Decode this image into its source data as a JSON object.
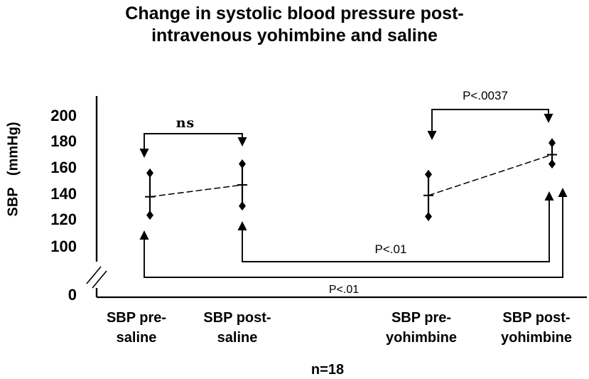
{
  "title": {
    "line1": "Change in systolic blood pressure post-",
    "line2": "intravenous yohimbine and saline"
  },
  "y_axis": {
    "label": "SBP   (mmHg)",
    "ticks": [
      "200",
      "180",
      "160",
      "140",
      "120",
      "100"
    ],
    "zero": "0"
  },
  "x_axis": {
    "categories": [
      {
        "line1": "SBP pre-",
        "line2": "saline"
      },
      {
        "line1": "SBP post-",
        "line2": "saline"
      },
      {
        "line1": "SBP pre-",
        "line2": "yohimbine"
      },
      {
        "line1": "SBP post-",
        "line2": "yohimbine"
      }
    ]
  },
  "annotations": {
    "saline_pair": "ns",
    "yohimbine_pair": "P<.0037",
    "post_saline_vs_post_yohimbine": "P<.01",
    "pre_saline_vs_post_yohimbine": "P<.01"
  },
  "footer": {
    "sample_size": "n=18"
  },
  "colors": {
    "ink": "#000000",
    "background": "#ffffff"
  },
  "chart_data": {
    "type": "scatter",
    "title": "Change in systolic blood pressure post-intravenous yohimbine and saline",
    "ylabel": "SBP (mmHg)",
    "xlabel": "",
    "y_unit": "mmHg",
    "yticks": [
      0,
      100,
      120,
      140,
      160,
      180,
      200
    ],
    "ylim": [
      0,
      210
    ],
    "axis_break": "between 0 and 100",
    "grid": false,
    "categories": [
      "SBP pre-saline",
      "SBP post-saline",
      "SBP pre-yohimbine",
      "SBP post-yohimbine"
    ],
    "series": [
      {
        "name": "saline",
        "points": [
          {
            "category": "SBP pre-saline",
            "mean": 138,
            "upper": 156,
            "lower": 124
          },
          {
            "category": "SBP post-saline",
            "mean": 147,
            "upper": 163,
            "lower": 131
          }
        ],
        "connector": "dashed line between means"
      },
      {
        "name": "yohimbine",
        "points": [
          {
            "category": "SBP pre-yohimbine",
            "mean": 139,
            "upper": 155,
            "lower": 123
          },
          {
            "category": "SBP post-yohimbine",
            "mean": 170,
            "upper": 179,
            "lower": 163
          }
        ],
        "connector": "dashed line between means"
      }
    ],
    "significance": [
      {
        "label": "ns",
        "between": [
          "SBP pre-saline",
          "SBP post-saline"
        ],
        "style": "top bracket, down arrows"
      },
      {
        "label": "P<.0037",
        "between": [
          "SBP pre-yohimbine",
          "SBP post-yohimbine"
        ],
        "style": "top bracket, down arrows"
      },
      {
        "label": "P<.01",
        "between": [
          "SBP post-saline",
          "SBP post-yohimbine"
        ],
        "style": "bottom bracket, up arrows"
      },
      {
        "label": "P<.01",
        "between": [
          "SBP pre-saline",
          "SBP post-yohimbine"
        ],
        "style": "bottom bracket, up arrows"
      }
    ],
    "sample_size": "n=18"
  }
}
